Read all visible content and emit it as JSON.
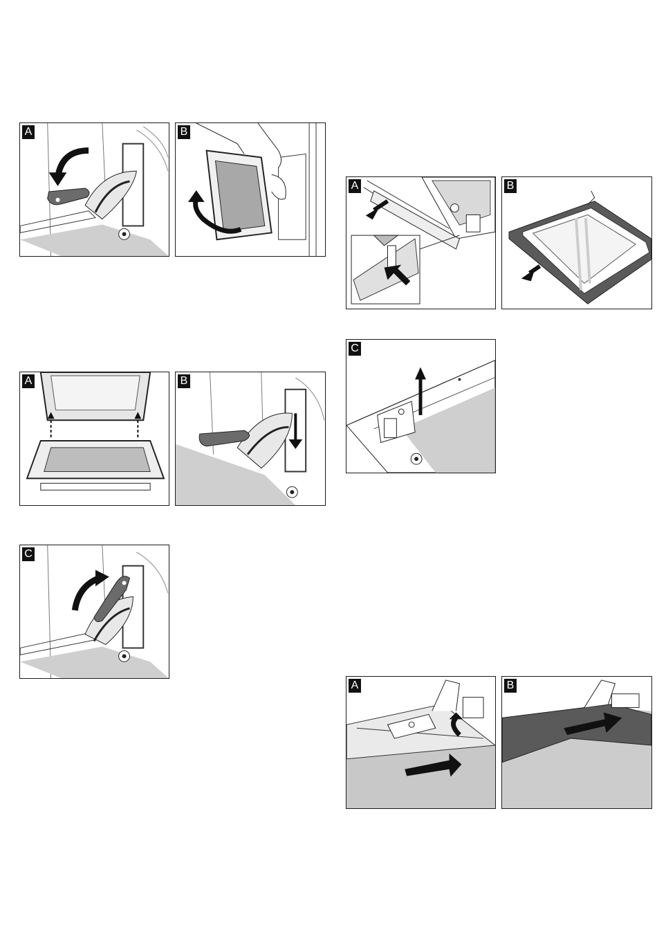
{
  "page": {
    "background": "#ffffff"
  },
  "colors": {
    "frame": "#1a1a1a",
    "panel_gray": "#c8c8c8",
    "dark_gray": "#5a5a5a",
    "arrow": "#111111",
    "lever": "#6b6b6b"
  },
  "figures": [
    {
      "label": "A",
      "icon": "hinge-lever-down-illustration"
    },
    {
      "label": "B",
      "icon": "door-lift-illustration"
    },
    {
      "label": "A",
      "icon": "door-hook-illustration"
    },
    {
      "label": "B",
      "icon": "hinge-lever-slot-illustration"
    },
    {
      "label": "C",
      "icon": "hinge-lever-up-illustration"
    },
    {
      "label": "A",
      "icon": "glass-clip-release-illustration"
    },
    {
      "label": "B",
      "icon": "glass-pane-remove-illustration"
    },
    {
      "label": "C",
      "icon": "clip-lift-illustration"
    },
    {
      "label": "A",
      "icon": "glass-insert-illustration"
    },
    {
      "label": "B",
      "icon": "glass-slide-illustration"
    }
  ]
}
